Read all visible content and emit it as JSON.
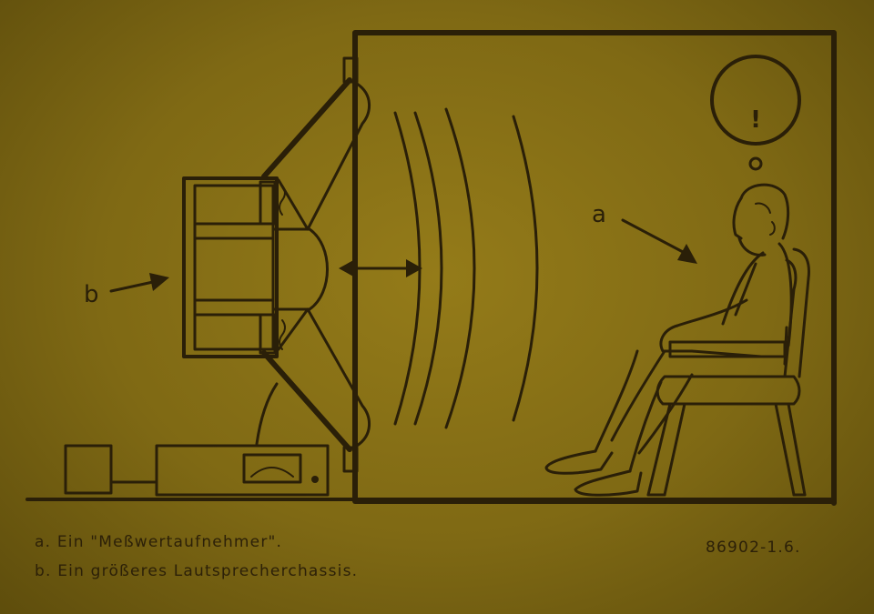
{
  "labels": {
    "a": "a",
    "b": "b"
  },
  "thought_bubble": {
    "symbol": "!"
  },
  "captions": {
    "a": "a. Ein \"Meßwertaufnehmer\".",
    "b": "b. Ein größeres Lautsprecherchassis."
  },
  "figure_number": "86902-1.6.",
  "colors": {
    "paper": "#8a7216",
    "ink": "#2a1f08"
  }
}
